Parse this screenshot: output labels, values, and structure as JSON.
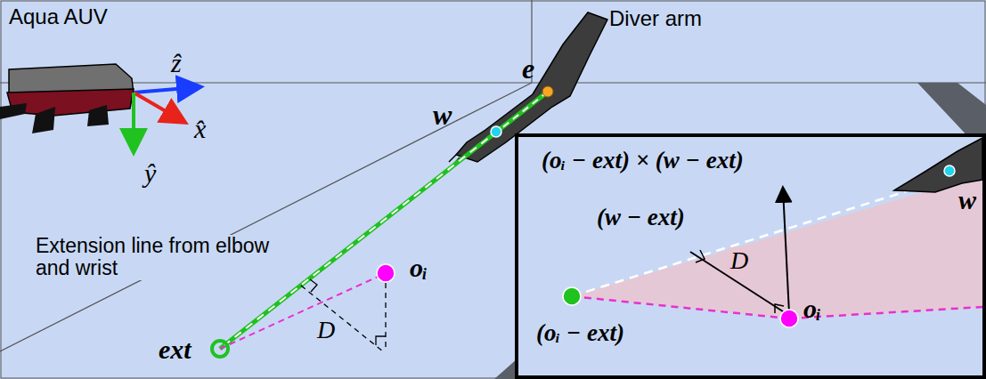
{
  "diagram": {
    "labels": [
      "Aqua AUV",
      "ẑ",
      "x̂",
      "ŷ",
      "Diver arm",
      "e",
      "w",
      "Extension line from elbow and wrist",
      "oᵢ",
      "ext",
      "D",
      "(oᵢ − ext) × (w − ext)",
      "(w − ext)",
      "D",
      "(oᵢ − ext)",
      "oᵢ",
      "w"
    ]
  }
}
